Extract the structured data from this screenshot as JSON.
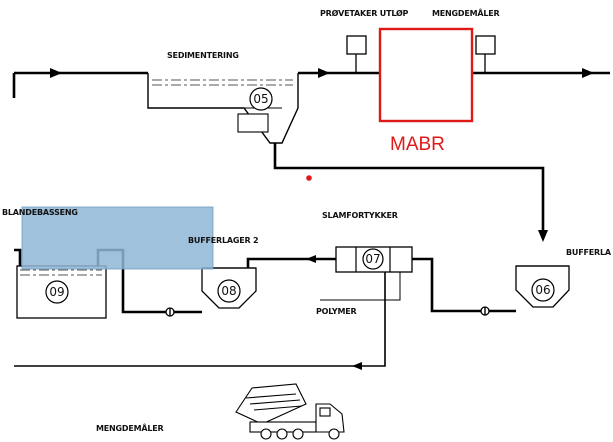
{
  "labels": {
    "sampler_outlet": "PRØVETAKER UTLØP",
    "flow_meter_top": "MENGDEMÅLER",
    "sedimentation": "SEDIMENTERING",
    "mabr": "MABR",
    "mixing_basin": "BLANDEBASSENG",
    "buffer_storage_2": "BUFFERLAGER 2",
    "sludge_thickener": "SLAMFORTYKKER",
    "buffer_storage_right": "BUFFERLA",
    "polymer": "POLYMER",
    "flow_meter_bottom": "MENGDEMÅLER"
  },
  "units": {
    "u05": "05",
    "u06": "06",
    "u07": "07",
    "u08": "08",
    "u09": "09"
  },
  "colors": {
    "line": "#000000",
    "mabr_red": "#e01818",
    "overlay_blue": "#8fb6d6"
  }
}
